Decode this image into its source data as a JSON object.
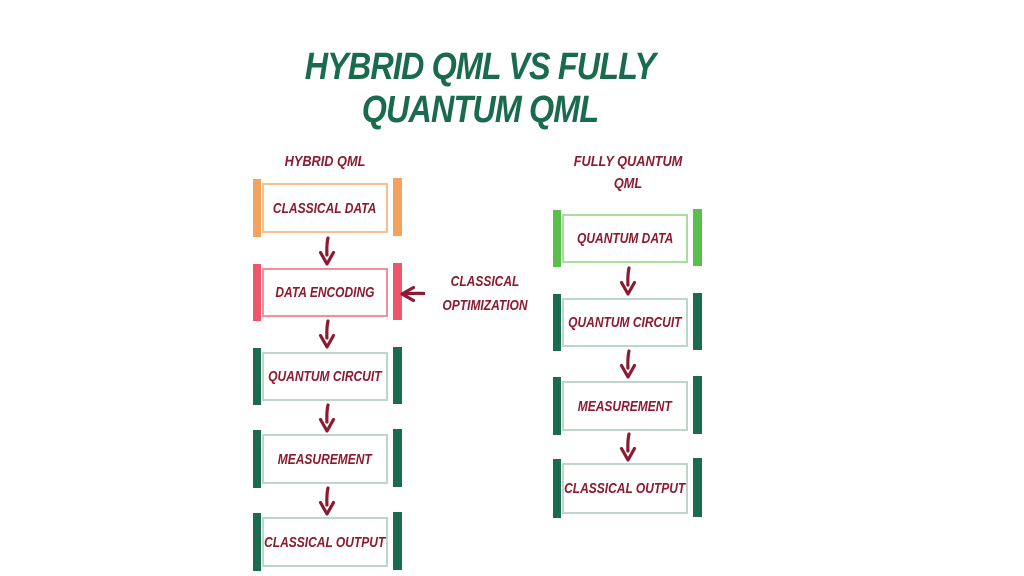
{
  "title": "HYBRID QML VS FULLY QUANTUM QML",
  "colors": {
    "title-green": "#1A6B4D",
    "maroon": "#8C1A30",
    "orange-bar": "#F2A45F",
    "orange-border": "#F6C08B",
    "pink-bar": "#F0566A",
    "pink-border": "#F58D9B",
    "darkgreen-bar": "#1C6B50",
    "darkgreen-border": "#BCD6C9",
    "lightgreen-bar": "#5ABE4D",
    "lightgreen-border": "#ABDCA0"
  },
  "left_column": {
    "header": "HYBRID QML",
    "boxes": [
      {
        "label": "CLASSICAL DATA",
        "variant": "orange"
      },
      {
        "label": "DATA ENCODING",
        "variant": "pink"
      },
      {
        "label": "QUANTUM CIRCUIT",
        "variant": "darkgreen"
      },
      {
        "label": "MEASUREMENT",
        "variant": "darkgreen"
      },
      {
        "label": "CLASSICAL OUTPUT",
        "variant": "darkgreen"
      }
    ],
    "annotation": "CLASSICAL OPTIMIZATION"
  },
  "right_column": {
    "header": "FULLY QUANTUM QML",
    "boxes": [
      {
        "label": "QUANTUM DATA",
        "variant": "lightgreen"
      },
      {
        "label": "QUANTUM CIRCUIT",
        "variant": "darkgreen"
      },
      {
        "label": "MEASUREMENT",
        "variant": "darkgreen"
      },
      {
        "label": "CLASSICAL OUTPUT",
        "variant": "darkgreen"
      }
    ]
  }
}
